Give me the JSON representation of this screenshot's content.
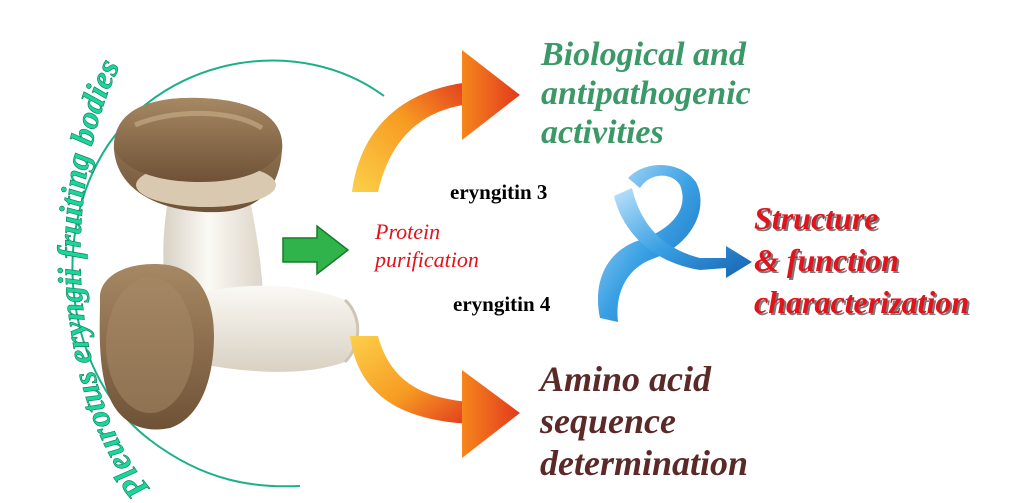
{
  "arc_title": "Pleurotus eryngii fruiting bodies",
  "process": {
    "label": "Protein purification",
    "line1": "Protein",
    "line2": "purification"
  },
  "proteins": {
    "first": "eryngitin 3",
    "second": "eryngitin 4"
  },
  "outcomes": {
    "biological": {
      "line1": "Biological and",
      "line2": "antipathogenic",
      "line3": "activities"
    },
    "sequence": {
      "line1": "Amino acid",
      "line2": "sequence",
      "line3": "determination"
    },
    "structure": {
      "line1": "Structure",
      "line2": "& function",
      "line3": "characterization"
    }
  },
  "colors": {
    "arc_text": "#19d69a",
    "arc_line": "#1cb08a",
    "green_heading": "#3b9968",
    "brown_heading": "#5b2a28",
    "red_heading": "#e3121b",
    "arrow_orange": "#f7a020",
    "arrow_red": "#e2391e",
    "process_arrow": "#2fb34a",
    "ribbon": "#2c93d6"
  }
}
